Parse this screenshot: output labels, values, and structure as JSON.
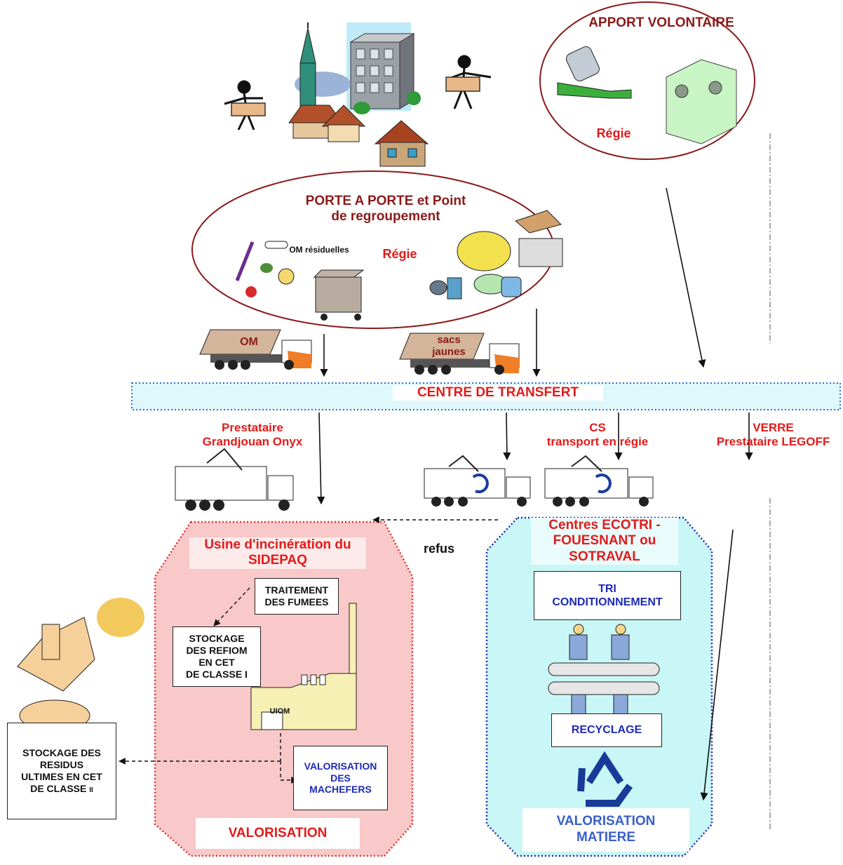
{
  "colors": {
    "ellipse_border": "#8b1a1a",
    "transfer_fill": "#dff8fb",
    "transfer_border": "#2b6fd6",
    "incineration_fill": "#f9c8c8",
    "incineration_border": "#e03030",
    "sorting_fill": "#c9f6f6",
    "sorting_border": "#1a2ab0",
    "text_red": "#e31b1b",
    "text_darkred": "#8b1a1a",
    "text_blue": "#1d2ab8"
  },
  "icons": [
    "town-buildings-icon",
    "person-carrying-icon",
    "bottle-icon",
    "glass-container-icon",
    "waste-items-icon",
    "waste-bin-icon",
    "recycling-bags-icon",
    "truck-icon",
    "garbage-truck-icon",
    "recycle-icon",
    "factory-icon",
    "bulldozer-icon",
    "sorting-workers-icon"
  ],
  "apport_volontaire": {
    "title": "APPORT VOLONTAIRE",
    "operator": "Régie"
  },
  "porte_a_porte": {
    "title_line1": "PORTE A PORTE et Point",
    "title_line2": "de regroupement",
    "operator": "Régie",
    "om_label": "OM résiduelles"
  },
  "trucks": {
    "om_label": "OM",
    "sacs_line1": "sacs",
    "sacs_line2": "jaunes"
  },
  "centre_transfert": "CENTRE  DE TRANSFERT",
  "transport": {
    "prestataire_line1": "Prestataire",
    "prestataire_line2": "Grandjouan Onyx",
    "cs_line1": "CS",
    "cs_line2": "transport en régie",
    "verre_line1": "VERRE",
    "verre_line2": "Prestataire LEGOFF"
  },
  "refus": "refus",
  "incineration": {
    "title_line1": "Usine d'incinération du",
    "title_line2": "SIDEPAQ",
    "fumees_line1": "TRAITEMENT",
    "fumees_line2": "DES FUMEES",
    "refiom_line1": "STOCKAGE",
    "refiom_line2": "DES REFIOM",
    "refiom_line3": "EN CET",
    "refiom_line4": "DE CLASSE I",
    "uiom": "UIOM",
    "machefers_line1": "VALORISATION",
    "machefers_line2": "DES",
    "machefers_line3": "MACHEFERS",
    "valorisation": "VALORISATION"
  },
  "stockage_residus": {
    "line1": "STOCKAGE DES",
    "line2": "RESIDUS",
    "line3": "ULTIMES EN CET",
    "line4": "DE CLASSE",
    "line4_suffix": "II"
  },
  "tri": {
    "title_line1": "Centres ECOTRI -",
    "title_line2": "FOUESNANT ou",
    "title_line3": "SOTRAVAL",
    "tri_line1": "TRI",
    "tri_line2": "CONDITIONNEMENT",
    "recyclage": "RECYCLAGE",
    "valorisation_line1": "VALORISATION",
    "valorisation_line2": "MATIERE"
  }
}
